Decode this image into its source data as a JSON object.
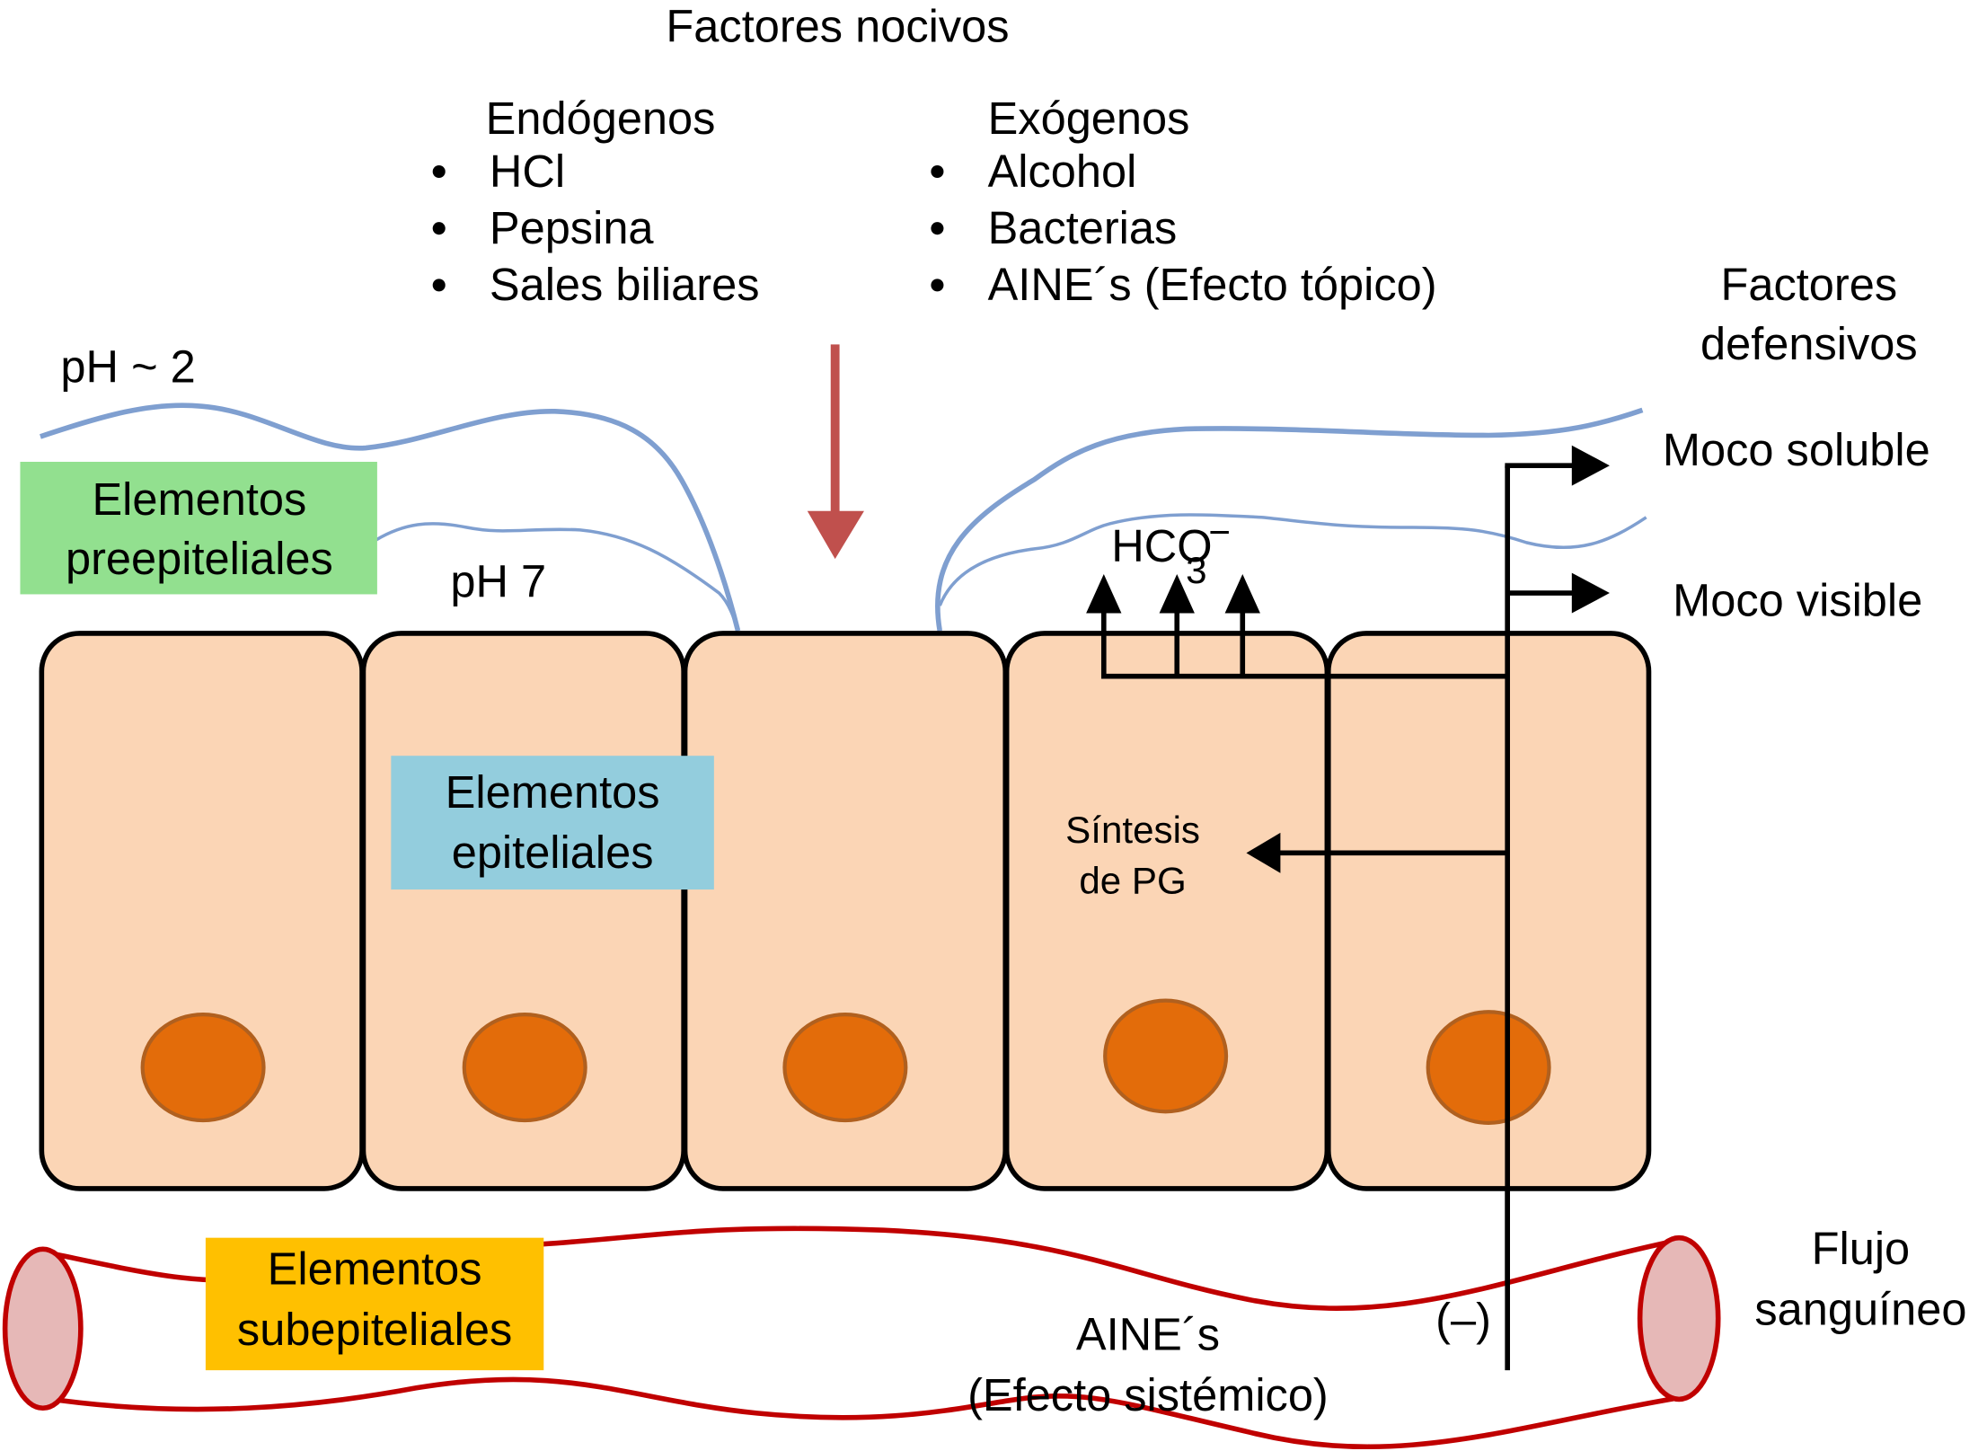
{
  "title": "Factores nocivos",
  "endogenos": {
    "heading": "Endógenos",
    "items": [
      "HCl",
      "Pepsina",
      "Sales biliares"
    ]
  },
  "exogenos": {
    "heading": "Exógenos",
    "items": [
      "Alcohol",
      "Bacterias",
      "AINE´s (Efecto tópico)"
    ]
  },
  "defensivos": {
    "line1": "Factores",
    "line2": "defensivos"
  },
  "ph_lumen": "pH ~ 2",
  "ph_surface": "pH 7",
  "labels": {
    "preepiteliales": {
      "line1": "Elementos",
      "line2": "preepiteliales",
      "color": "#92e08f"
    },
    "epiteliales": {
      "line1": "Elementos",
      "line2": "epiteliales",
      "color": "#93cddd"
    },
    "subepiteliales": {
      "line1": "Elementos",
      "line2": "subepiteliales",
      "color": "#ffc000"
    }
  },
  "moco_soluble": "Moco soluble",
  "moco_visible": "Moco visible",
  "hco3": {
    "base": "HCO",
    "sub": "3",
    "sup": "−"
  },
  "sintesis": {
    "line1": "Síntesis",
    "line2": "de PG"
  },
  "aines_sistemico": {
    "line1": "AINE´s",
    "line2": "(Efecto sistémico)"
  },
  "inhibition": "(–)",
  "flujo": {
    "line1": "Flujo",
    "line2": "sanguíneo"
  },
  "colors": {
    "cell": "#fbd5b5",
    "nucleus": "#e36c0a",
    "mucus": "#7f9fd0",
    "noxious_arrow": "#c0504d",
    "vessel": "#c00000"
  },
  "cells": [
    {
      "id": 1
    },
    {
      "id": 2
    },
    {
      "id": 3
    },
    {
      "id": 4
    },
    {
      "id": 5
    }
  ]
}
